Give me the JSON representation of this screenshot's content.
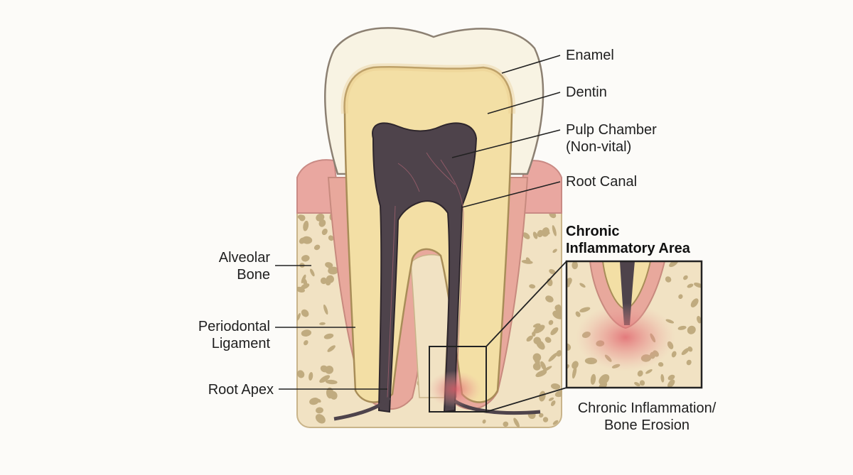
{
  "labels": {
    "enamel": "Enamel",
    "dentin": "Dentin",
    "pulp_chamber_1": "Pulp Chamber",
    "pulp_chamber_2": "(Non-vital)",
    "root_canal": "Root Canal",
    "inset_title_1": "Chronic",
    "inset_title_2": "Inflammatory Area",
    "alveolar_bone_1": "Alveolar",
    "alveolar_bone_2": "Bone",
    "periodontal_1": "Periodontal",
    "periodontal_2": "Ligament",
    "root_apex": "Root Apex",
    "caption_1": "Chronic Inflammation/",
    "caption_2": "Bone Erosion"
  },
  "colors": {
    "background": "#fcfbf8",
    "enamel": "#f8f3e3",
    "dentin": "#f3dfa5",
    "pulp": "#4e434b",
    "gum": "#e9a7a0",
    "bone": "#f1e2c3",
    "bone_pore": "#b8a274",
    "inflammation": "#e0606a"
  }
}
